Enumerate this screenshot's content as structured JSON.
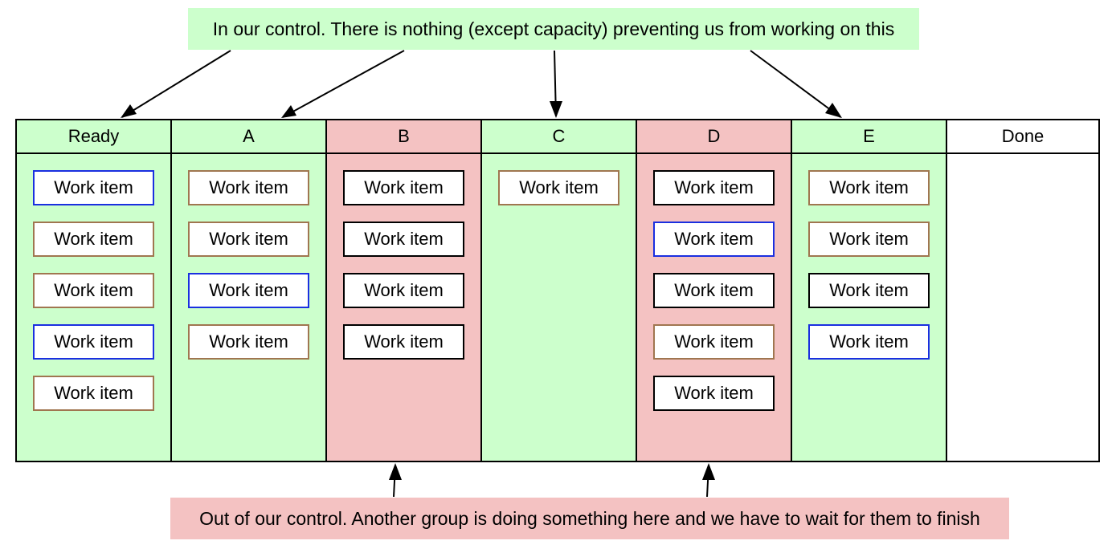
{
  "notes": {
    "top": "In our control. There is nothing (except capacity) preventing us from working on this",
    "bottom": "Out of our control. Another group is doing something here and we have to wait for them to finish"
  },
  "colors": {
    "green": "#ccffcc",
    "red": "#f4c2c2",
    "blue_border": "#1a2fe0",
    "brown_border": "#a07650",
    "black_border": "#000000"
  },
  "columns": [
    {
      "name": "Ready",
      "fill": "green",
      "items": [
        {
          "label": "Work item",
          "border": "blue"
        },
        {
          "label": "Work item",
          "border": "brown"
        },
        {
          "label": "Work item",
          "border": "brown"
        },
        {
          "label": "Work item",
          "border": "blue"
        },
        {
          "label": "Work item",
          "border": "brown"
        }
      ]
    },
    {
      "name": "A",
      "fill": "green",
      "items": [
        {
          "label": "Work item",
          "border": "brown"
        },
        {
          "label": "Work item",
          "border": "brown"
        },
        {
          "label": "Work item",
          "border": "blue"
        },
        {
          "label": "Work item",
          "border": "brown"
        }
      ]
    },
    {
      "name": "B",
      "fill": "red",
      "items": [
        {
          "label": "Work item",
          "border": "black"
        },
        {
          "label": "Work item",
          "border": "black"
        },
        {
          "label": "Work item",
          "border": "black"
        },
        {
          "label": "Work item",
          "border": "black"
        }
      ]
    },
    {
      "name": "C",
      "fill": "green",
      "items": [
        {
          "label": "Work item",
          "border": "brown"
        }
      ]
    },
    {
      "name": "D",
      "fill": "red",
      "items": [
        {
          "label": "Work item",
          "border": "black"
        },
        {
          "label": "Work item",
          "border": "blue"
        },
        {
          "label": "Work item",
          "border": "black"
        },
        {
          "label": "Work item",
          "border": "brown"
        },
        {
          "label": "Work item",
          "border": "black"
        }
      ]
    },
    {
      "name": "E",
      "fill": "green",
      "items": [
        {
          "label": "Work item",
          "border": "brown"
        },
        {
          "label": "Work item",
          "border": "brown"
        },
        {
          "label": "Work item",
          "border": "black"
        },
        {
          "label": "Work item",
          "border": "blue"
        }
      ]
    },
    {
      "name": "Done",
      "fill": "white",
      "items": []
    }
  ],
  "arrows": [
    {
      "from": "top_note",
      "to": "Ready"
    },
    {
      "from": "top_note",
      "to": "A"
    },
    {
      "from": "top_note",
      "to": "C"
    },
    {
      "from": "top_note",
      "to": "E"
    },
    {
      "from": "bottom_note",
      "to": "B"
    },
    {
      "from": "bottom_note",
      "to": "D"
    }
  ]
}
